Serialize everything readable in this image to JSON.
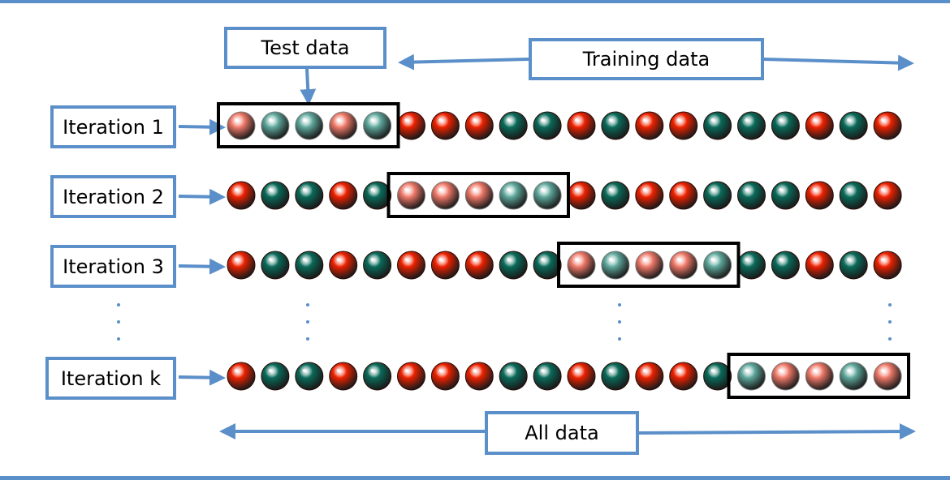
{
  "labels": {
    "test_data": "Test data",
    "training_data": "Training data",
    "all_data": "All data"
  },
  "rows": [
    {
      "label": "Iteration 1",
      "balls": [
        "R",
        "G",
        "G",
        "R",
        "G",
        "R",
        "R",
        "R",
        "G",
        "G",
        "R",
        "G",
        "R",
        "R",
        "G",
        "G",
        "G",
        "R",
        "G",
        "R"
      ],
      "test_start": 0
    },
    {
      "label": "Iteration 2",
      "balls": [
        "R",
        "G",
        "G",
        "R",
        "G",
        "R",
        "R",
        "R",
        "G",
        "G",
        "R",
        "G",
        "R",
        "R",
        "G",
        "G",
        "G",
        "R",
        "G",
        "R"
      ],
      "test_start": 5
    },
    {
      "label": "Iteration 3",
      "balls": [
        "R",
        "G",
        "G",
        "R",
        "G",
        "R",
        "R",
        "R",
        "G",
        "G",
        "R",
        "G",
        "R",
        "R",
        "G",
        "G",
        "G",
        "R",
        "G",
        "R"
      ],
      "test_start": 10
    },
    {
      "label": "Iteration k",
      "balls": [
        "R",
        "G",
        "G",
        "R",
        "G",
        "R",
        "R",
        "R",
        "G",
        "G",
        "R",
        "G",
        "R",
        "R",
        "G",
        "G",
        "R",
        "R",
        "G",
        "R"
      ],
      "test_start": 15
    }
  ],
  "test_size": 5,
  "colors": {
    "frame": "#5b8fc9",
    "red": "#ee2200",
    "green": "#0a6b5a",
    "test_red": "#f07a6a",
    "test_green": "#5fa89c",
    "test_box": "#000000"
  }
}
